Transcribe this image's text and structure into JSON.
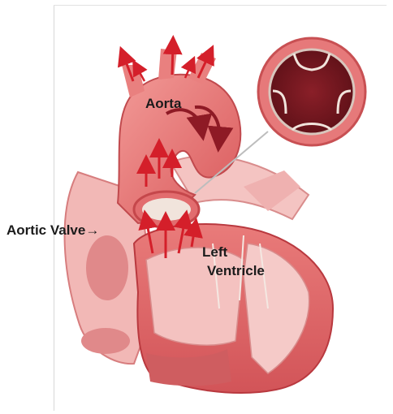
{
  "labels": {
    "aorta": "Aorta",
    "aortic_valve": "Aortic Valve→",
    "left_ventricle_line1": "Left",
    "left_ventricle_line2": "Ventricle"
  },
  "colors": {
    "tissue_light": "#f2b8b6",
    "tissue_mid": "#e8807f",
    "tissue_dark": "#c94a4c",
    "blood_interior": "#7a1a22",
    "arrow_red": "#d41f2a",
    "arrow_dark": "#8e1a25",
    "valve_cream": "#f1e4dc",
    "label_text": "#1b1b1b"
  },
  "icons": {
    "flow_arrows": "blood-flow-arrow-icon",
    "valve_inset": "aortic-valve-cross-section"
  }
}
